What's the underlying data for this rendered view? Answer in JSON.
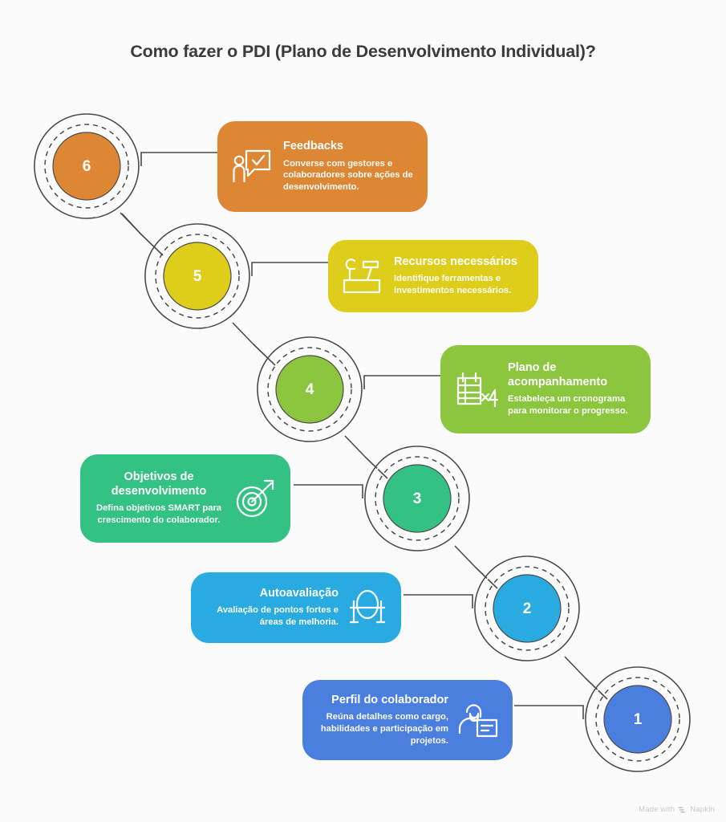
{
  "page": {
    "title": "Como fazer o PDI (Plano de Desenvolvimento Individual)?",
    "background_color": "#fbfbfb",
    "title_color": "#3b3b3b"
  },
  "footer": {
    "made_with": "Made with",
    "brand": "Napkin",
    "brand_icon": "napkin-logo-icon",
    "color": "#c9c9c9"
  },
  "steps": [
    {
      "number": "6",
      "title": "Feedbacks",
      "description": "Converse com gestores e colaboradores sobre ações de desenvolvimento.",
      "color": "#DD8735",
      "icon": "person-feedback-check-icon",
      "side": "right",
      "icon_position": "left",
      "text_align": "left"
    },
    {
      "number": "5",
      "title": "Recursos necessários",
      "description": "Identifique ferramentas e investimentos necessários.",
      "color": "#DFCD1B",
      "icon": "toolbox-wrench-hammer-icon",
      "side": "right",
      "icon_position": "left",
      "text_align": "left"
    },
    {
      "number": "4",
      "title": "Plano de acompanhamento",
      "description": "Estabeleça um cronograma para monitorar o progresso.",
      "color": "#8CC63E",
      "icon": "calendar-times-four-icon",
      "side": "right",
      "icon_position": "left",
      "text_align": "left"
    },
    {
      "number": "3",
      "title": "Objetivos de desenvolvimento",
      "description": "Defina objetivos SMART para crescimento do colaborador.",
      "color": "#33C184",
      "icon": "target-arrow-icon",
      "side": "left",
      "icon_position": "right",
      "text_align": "center"
    },
    {
      "number": "2",
      "title": "Autoavaliação",
      "description": "Avaliação de pontos fortes e áreas de melhoria.",
      "color": "#29ABE2",
      "icon": "mirror-icon",
      "side": "left",
      "icon_position": "right",
      "text_align": "right"
    },
    {
      "number": "1",
      "title": "Perfil do colaborador",
      "description": "Reúna detalhes como cargo, habilidades e participação em projetos.",
      "color": "#4A7FE0",
      "icon": "person-profile-document-icon",
      "side": "left",
      "icon_position": "right",
      "text_align": "right"
    }
  ]
}
